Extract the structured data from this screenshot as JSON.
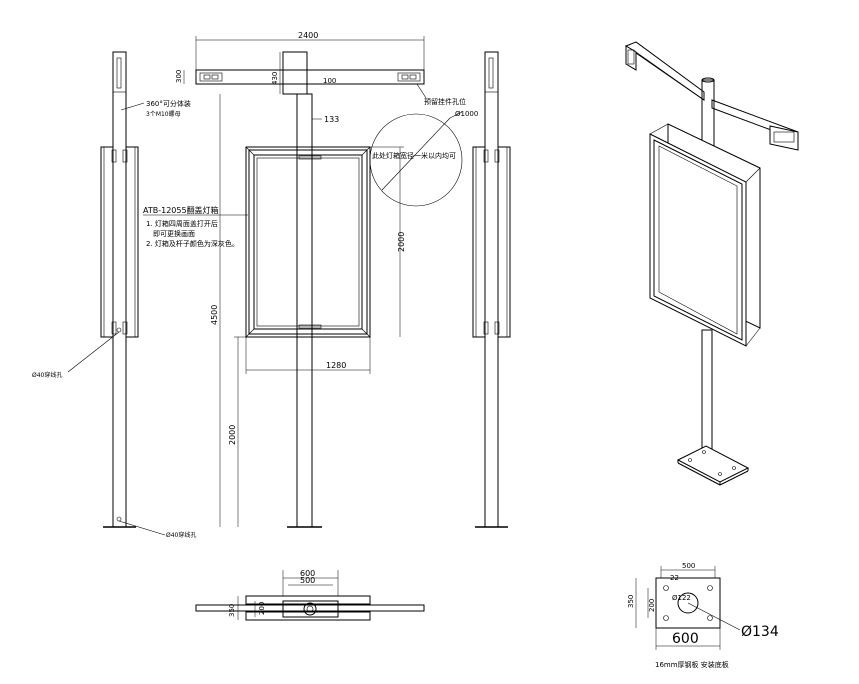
{
  "labels": {
    "width_2400": "2400",
    "arm_300": "300",
    "arm_430": "430",
    "arm_100": "100",
    "rotation_note_line1": "360°可分体装",
    "rotation_note_line2": "3个M10螺母",
    "dim_133": "133",
    "reserved_holes": "预留挂件孔位",
    "circle_1000": "Ø1000",
    "circle_note": "此处灯箱宽径一米以内均可",
    "product_title": "ATB-12055翻盖灯箱",
    "note_1a": "1. 灯箱四周面盖打开后",
    "note_1b": "即可更换画面",
    "note_2": "2. 灯箱及杆子颜色为深灰色。",
    "dim_2000_box": "2000",
    "dim_4500": "4500",
    "dim_1280": "1280",
    "dim_2000_pole": "2000",
    "hole_left_upper": "Ø40穿线孔",
    "hole_left_lower": "Ø40穿线孔",
    "top_600": "600",
    "top_500": "500",
    "top_350": "350",
    "top_200": "200",
    "base_500": "500",
    "base_22": "22",
    "base_350": "350",
    "base_200": "200",
    "base_122": "Ø122",
    "base_600": "600",
    "base_134": "Ø134",
    "base_note": "16mm厚钢板  安装底板"
  }
}
